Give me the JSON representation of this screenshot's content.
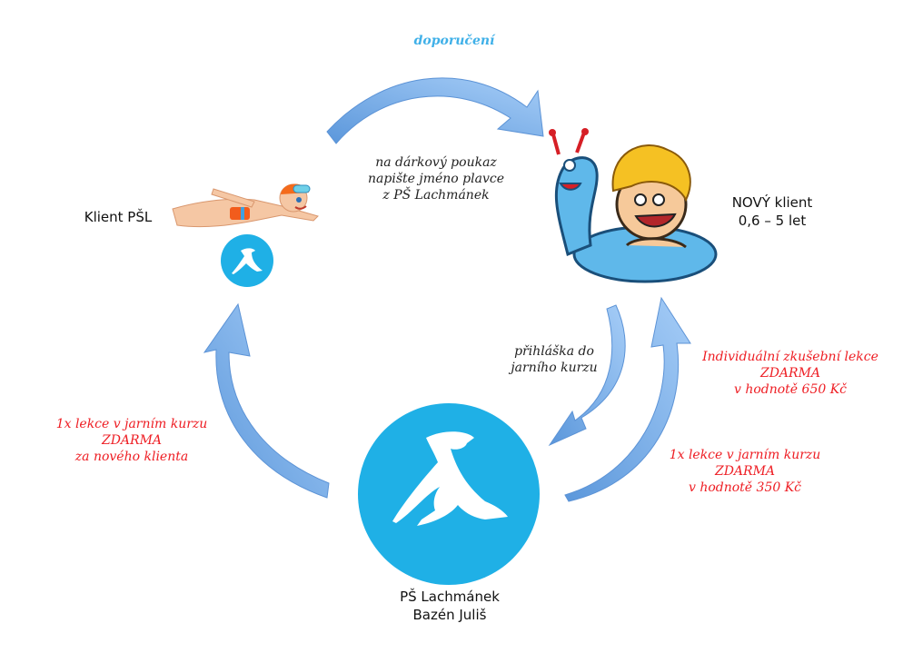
{
  "colors": {
    "arrow_fill": "#8ab9ef",
    "arrow_stroke": "#5c93d6",
    "logo_blue": "#1fb0e6",
    "highlight_red": "#ee1d23",
    "referral_blue": "#3fb0e8"
  },
  "nodes": {
    "client_psl": {
      "label": "Klient PŠL"
    },
    "new_client": {
      "line1": "NOVÝ klient",
      "line2": "0,6 – 5 let"
    },
    "school": {
      "line1": "PŠ Lachmánek",
      "line2": "Bazén Juliš"
    }
  },
  "edges": {
    "referral": {
      "label": "doporučení"
    },
    "voucher_note": {
      "line1": "na dárkový poukaz",
      "line2": "napište jméno plavce",
      "line3": "z PŠ Lachmánek"
    },
    "application": {
      "line1": "přihláška do",
      "line2": "jarního kurzu"
    },
    "trial_lesson": {
      "line1": "Individuální zkušební lekce",
      "line2": "ZDARMA",
      "line3": "v hodnotě 650 Kč"
    },
    "new_client_reward": {
      "line1": "1x lekce v jarním kurzu",
      "line2": "ZDARMA",
      "line3": "v hodnotě 350 Kč"
    },
    "referrer_reward": {
      "line1": "1x lekce v jarním kurzu",
      "line2": "ZDARMA",
      "line3": "za nového klienta"
    }
  },
  "icons": {
    "swimmer": "swimmer-boy-illustration",
    "child_in_ring": "child-in-snake-float-illustration",
    "seal_logo": "seal-logo"
  }
}
